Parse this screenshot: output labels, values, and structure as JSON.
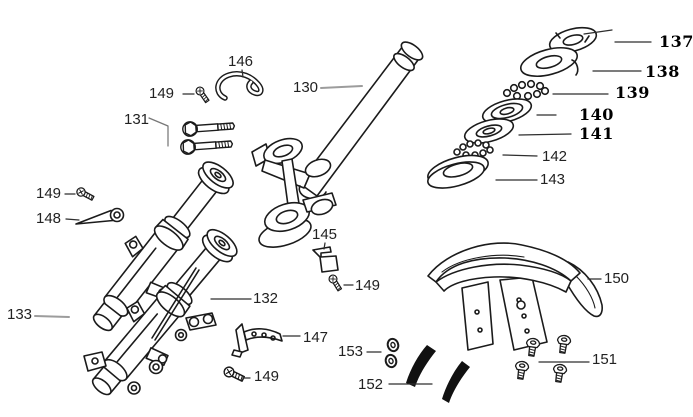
{
  "figure": {
    "type": "exploded-parts-diagram",
    "subject": "front-fork-steering-stem-and-front-fender-assembly",
    "background_color": "#ffffff",
    "line_color": "#1b1b1b",
    "label_color": "#222222",
    "serif_label_color": "#000000",
    "leader_color": "#2e2e2e",
    "gray_leader_color": "#9c9c9c",
    "reflector_fill": "#111111"
  },
  "labels": {
    "130": "130",
    "131": "131",
    "132": "132",
    "133": "133",
    "137": "137",
    "138": "138",
    "139": "139",
    "140": "140",
    "141": "141",
    "142": "142",
    "143": "143",
    "145": "145",
    "146": "146",
    "147": "147",
    "148": "148",
    "149": "149",
    "150": "150",
    "151": "151",
    "152": "152",
    "153": "153"
  },
  "callouts_in_reading_order": [
    "146",
    "149",
    "130",
    "131",
    "137",
    "138",
    "139",
    "140",
    "141",
    "142",
    "143",
    "149",
    "148",
    "145",
    "149",
    "132",
    "133",
    "147",
    "150",
    "149",
    "153",
    "151",
    "152"
  ],
  "repeated_labels": {
    "149": 4
  }
}
